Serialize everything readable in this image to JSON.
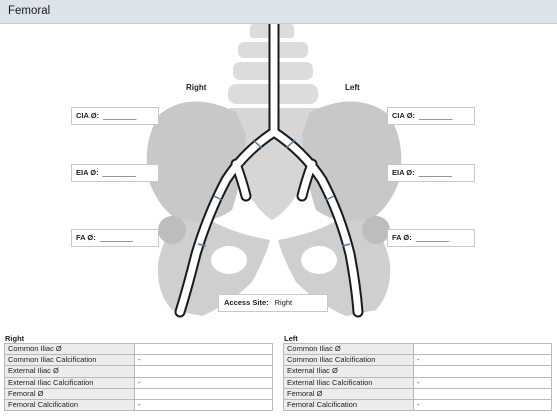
{
  "header": {
    "title": "Femoral"
  },
  "diagram": {
    "right_label": "Right",
    "left_label": "Left",
    "measurements": {
      "right": [
        {
          "label": "CIA Ø:",
          "value": "________"
        },
        {
          "label": "EIA Ø:",
          "value": "________"
        },
        {
          "label": "FA Ø:",
          "value": "________"
        }
      ],
      "left": [
        {
          "label": "CIA Ø:",
          "value": "________"
        },
        {
          "label": "EIA Ø:",
          "value": "________"
        },
        {
          "label": "FA Ø:",
          "value": "________"
        }
      ]
    },
    "access_site": {
      "label": "Access Site:",
      "value": "Right"
    },
    "colors": {
      "bone": "#c9c9c9",
      "bone_light": "#d9d9d9",
      "vessel_outline": "#1a1a1a",
      "marker": "#4a7fb5"
    }
  },
  "tables": {
    "right": {
      "title": "Right",
      "rows": [
        {
          "label": "Common Iliac Ø",
          "value": ""
        },
        {
          "label": "Common Iliac Calcification",
          "value": "-"
        },
        {
          "label": "External Iliac Ø",
          "value": ""
        },
        {
          "label": "External Iliac Calcification",
          "value": "-"
        },
        {
          "label": "Femoral Ø",
          "value": ""
        },
        {
          "label": "Femoral Calcification",
          "value": "-"
        }
      ]
    },
    "left": {
      "title": "Left",
      "rows": [
        {
          "label": "Common Iliac Ø",
          "value": ""
        },
        {
          "label": "Common Iliac Calcification",
          "value": "-"
        },
        {
          "label": "External Iliac Ø",
          "value": ""
        },
        {
          "label": "External Iliac Calcification",
          "value": "-"
        },
        {
          "label": "Femoral Ø",
          "value": ""
        },
        {
          "label": "Femoral Calcification",
          "value": "-"
        }
      ]
    }
  }
}
